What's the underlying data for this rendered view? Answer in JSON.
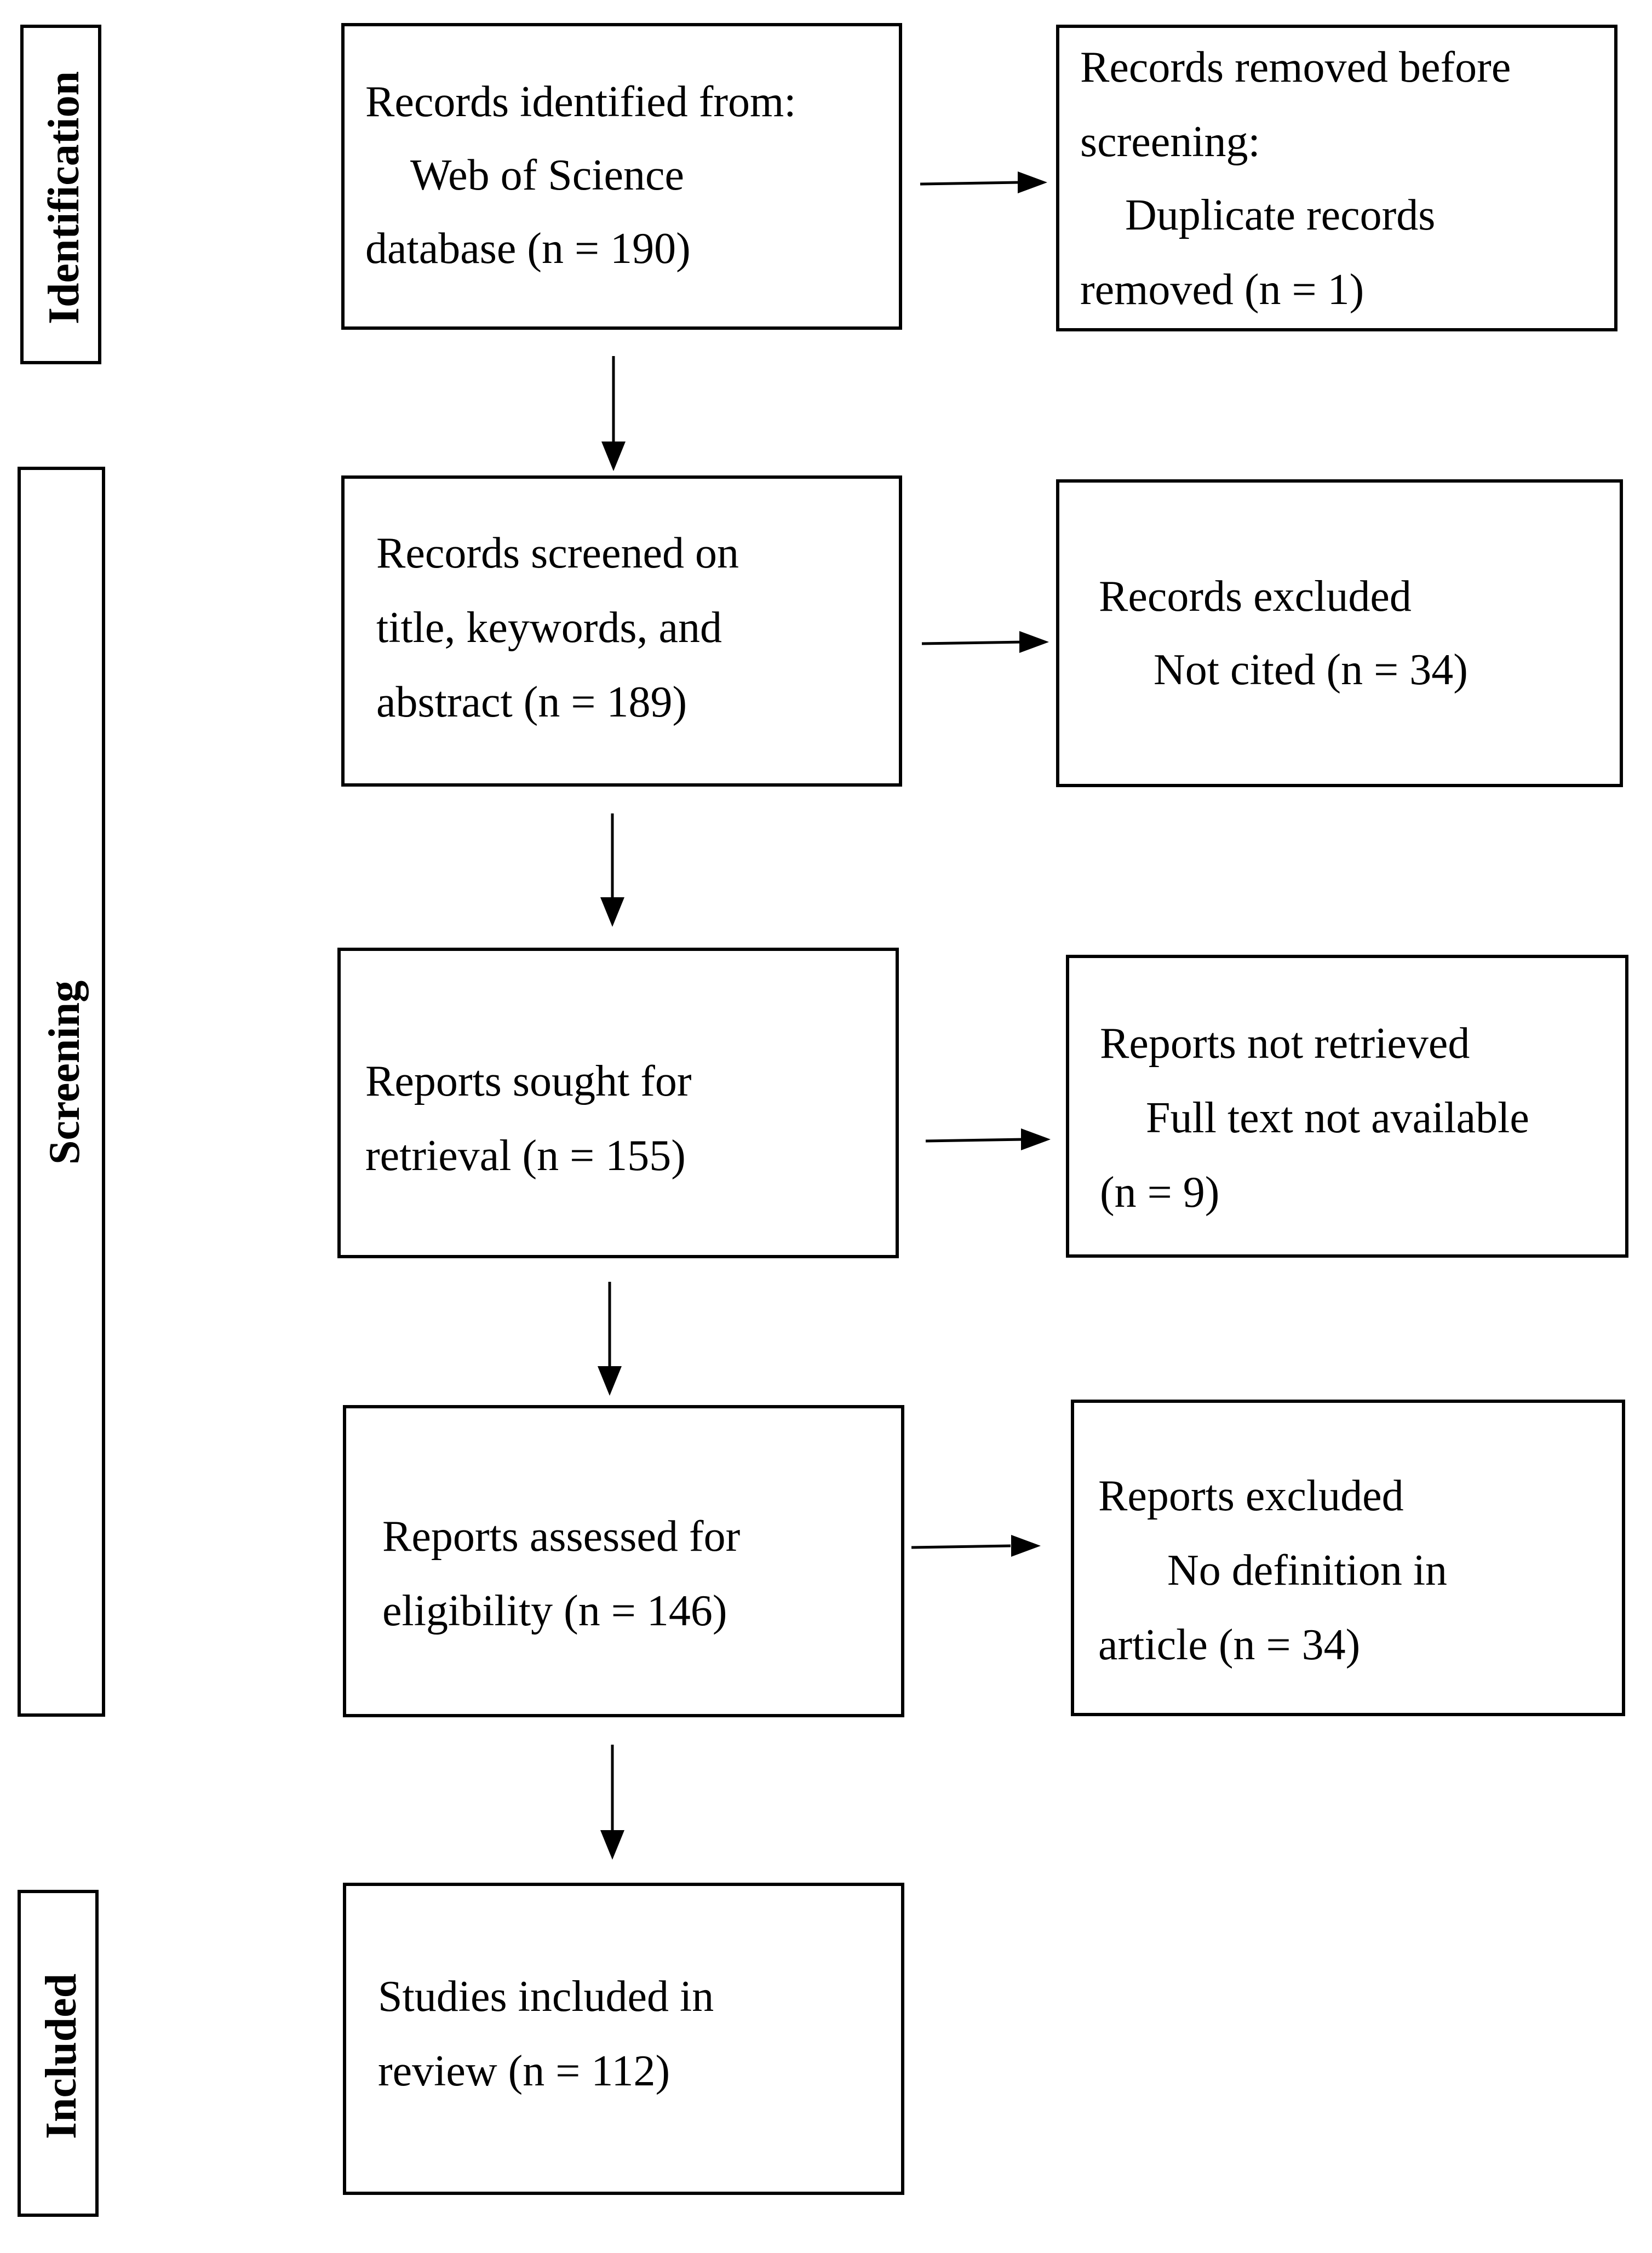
{
  "phases": {
    "identification": "Identification",
    "screening": "Screening",
    "included": "Included"
  },
  "boxes": {
    "records_identified": {
      "line1": "Records identified from:",
      "line2": "Web of Science",
      "line3": "database (n = 190)"
    },
    "records_removed": {
      "line1": "Records removed before",
      "line2": "screening:",
      "line3": "Duplicate records",
      "line4": "removed (n = 1)"
    },
    "records_screened": {
      "line1": "Records screened on",
      "line2": "title, keywords, and",
      "line3": "abstract (n = 189)"
    },
    "records_excluded": {
      "line1": "Records excluded",
      "line2": "Not cited (n = 34)"
    },
    "reports_sought": {
      "line1": "Reports sought for",
      "line2": "retrieval (n = 155)"
    },
    "reports_not_retrieved": {
      "line1": "Reports not retrieved",
      "line2": "Full text not available",
      "line3": "(n = 9)"
    },
    "reports_assessed": {
      "line1": "Reports assessed for",
      "line2": "eligibility (n = 146)"
    },
    "reports_excluded": {
      "line1": "Reports excluded",
      "line2": "No definition in",
      "line3": "article (n = 34)"
    },
    "studies_included": {
      "line1": "Studies included in",
      "line2": "review (n = 112)"
    }
  }
}
